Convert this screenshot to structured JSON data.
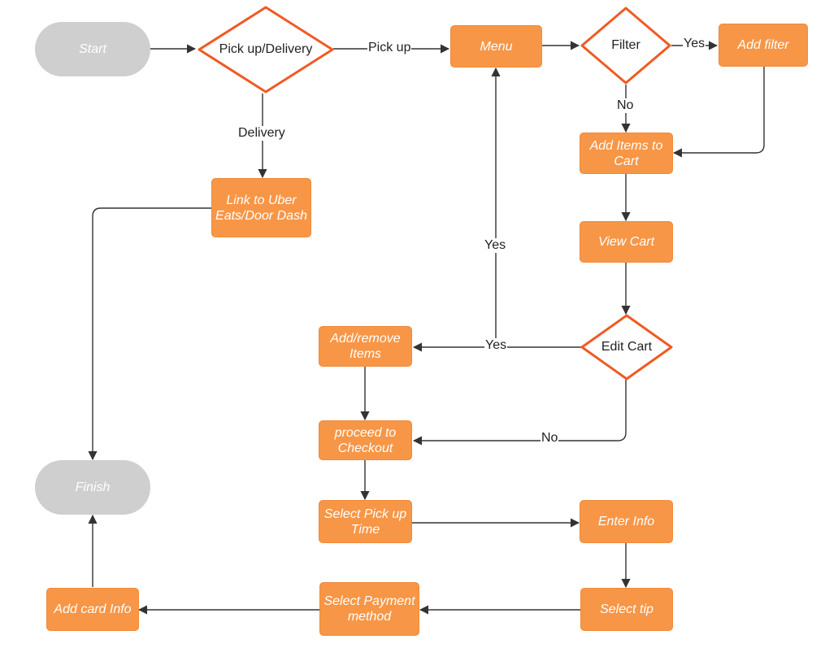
{
  "colors": {
    "process_fill": "#f79646",
    "terminal_fill": "#cfcfcf",
    "decision_stroke": "#f05a22",
    "edge": "#333333"
  },
  "nodes": {
    "start": "Start",
    "pickup_delivery": "Pick up/Delivery",
    "menu": "Menu",
    "filter": "Filter",
    "add_filter": "Add filter",
    "link_uber": "Link to Uber Eats/Door Dash",
    "add_items": "Add Items to Cart",
    "view_cart": "View Cart",
    "edit_cart": "Edit Cart",
    "add_remove": "Add/remove Items",
    "checkout": "proceed to Checkout",
    "finish": "Finish",
    "select_time": "Select Pick up Time",
    "enter_info": "Enter Info",
    "add_card": "Add card Info",
    "select_payment": "Select Payment method",
    "select_tip": "Select tip"
  },
  "edge_labels": {
    "pickup": "Pick up",
    "delivery": "Delivery",
    "filter_yes": "Yes",
    "filter_no": "No",
    "edit_yes_menu": "Yes",
    "edit_yes_remove": "Yes",
    "edit_no": "No"
  }
}
